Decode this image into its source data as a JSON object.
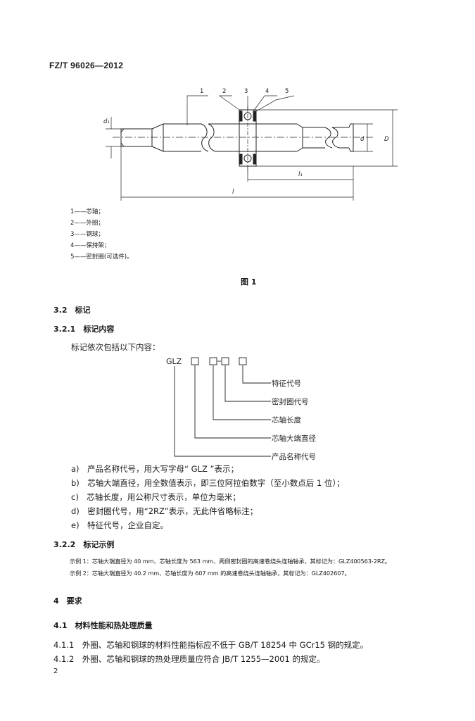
{
  "header": {
    "standard": "FZ/T 96026—2012"
  },
  "figure1": {
    "part_numbers": [
      "1",
      "2",
      "3",
      "4",
      "5"
    ],
    "dims": {
      "d1": "d₁",
      "d": "d",
      "D": "D",
      "l1": "l₁",
      "l": "l"
    },
    "legend": [
      "1——芯轴；",
      "2——外圈；",
      "3——钢球；",
      "4——保持架；",
      "5——密封圈(可选件)。"
    ],
    "caption": "图 1"
  },
  "sec_3_2": {
    "title": "3.2　标记"
  },
  "sec_3_2_1": {
    "title": "3.2.1　标记内容",
    "intro": "标记依次包括以下内容：",
    "diagram": {
      "prefix": "GLZ",
      "labels": [
        "特征代号",
        "密封圈代号",
        "芯轴长度",
        "芯轴大端直径",
        "产品名称代号"
      ]
    },
    "items": [
      "a)　产品名称代号，用大写字母“ GLZ ”表示；",
      "b)　芯轴大端直径，用全数值表示，即三位阿拉伯数字（至小数点后 1 位）；",
      "c)　芯轴长度，用公称尺寸表示，单位为毫米；",
      "d)　密封圈代号，用“2RZ”表示，无此件省略标注；",
      "e)　特征代号，企业自定。"
    ]
  },
  "sec_3_2_2": {
    "title": "3.2.2　标记示例",
    "examples": [
      "示例 1：芯轴大端直径为 40 mm、芯轴长度为 563 mm、两侧密封圈的高速卷绕头连轴轴承，其标记为：GLZ400563-2RZ。",
      "示例 2：芯轴大端直径为 40.2 mm、芯轴长度为 607 mm 的高速卷绕头连轴轴承，其标记为：GLZ402607。"
    ]
  },
  "sec_4": {
    "title": "4　要求"
  },
  "sec_4_1": {
    "title": "4.1　材料性能和热处理质量",
    "items": [
      "4.1.1　外圈、芯轴和钢球的材料性能指标应不低于 GB/T 18254 中 GCr15 钢的规定。",
      "4.1.2　外圈、芯轴和钢球的热处理质量应符合 JB/T 1255—2001 的规定。"
    ]
  },
  "page_number": "2"
}
